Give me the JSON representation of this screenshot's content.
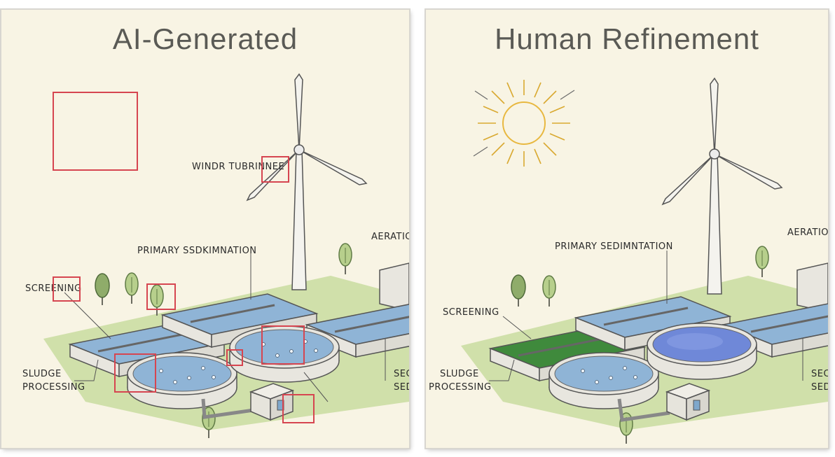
{
  "left": {
    "title": "AI-Generated",
    "labels": {
      "wind_turbine": "WINDR TUBRINNEE",
      "primary": "PRIMARY SSDKIMNATION",
      "aeration": "AERATIO",
      "screening": "SCREENING",
      "sludge_1": "SLUDGE",
      "sludge_2": "PROCESSING",
      "secondary_1": "SEC",
      "secondary_2": "SED"
    }
  },
  "right": {
    "title": "Human Refinement",
    "labels": {
      "primary": "PRIMARY SEDIMNTATION",
      "aeration": "AERATIO",
      "screening": "SCREENING",
      "sludge_1": "SLUDGE",
      "sludge_2": "PROCESSING",
      "secondary_1": "SEC",
      "secondary_2": "SED"
    }
  },
  "colors": {
    "background": "#f8f4e4",
    "water": "#8fb4d6",
    "grass": "#c9dca0",
    "concrete": "#e8e6df",
    "highlight": "#d64550",
    "sun": "#e8b840",
    "screening_refined": "#3f8a3c",
    "clarifier_refined": "#6f88d8"
  }
}
